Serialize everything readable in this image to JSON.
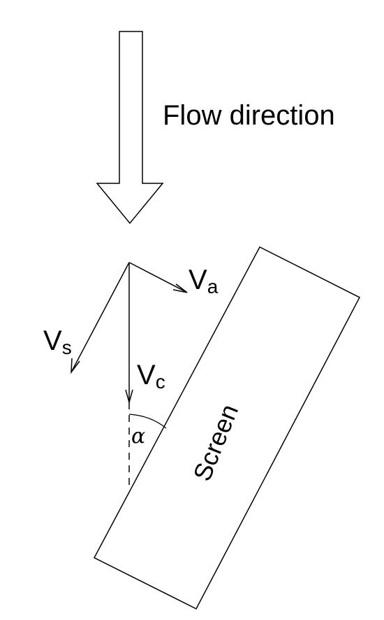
{
  "diagram": {
    "flow_direction_label": "Flow direction",
    "screen_label": "Screen",
    "vectors": {
      "va": {
        "base": "V",
        "subscript": "a"
      },
      "vs": {
        "base": "V",
        "subscript": "s"
      },
      "vc": {
        "base": "V",
        "subscript": "c"
      }
    },
    "angle_label": "α"
  }
}
